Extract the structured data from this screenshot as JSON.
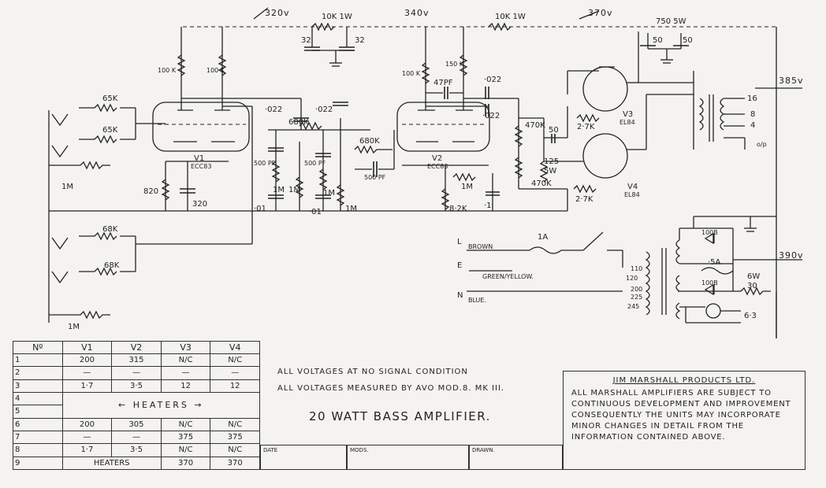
{
  "voltages": {
    "v320": "320v",
    "v340": "340v",
    "v370": "370v",
    "v385": "385v",
    "v390": "390v",
    "b32a": "32",
    "b32b": "32",
    "b50a": "50",
    "b50b": "50",
    "r10k_a": "10K 1W",
    "r10k_b": "10K 1W",
    "r750": "750 5W"
  },
  "components": {
    "r65k_a": "65K",
    "r65k_b": "65K",
    "r1m_in_a": "1M",
    "r68k_a": "68K",
    "r68k_b": "68K",
    "r1m_in_b": "1M",
    "r100k_a": "100 K",
    "r100k_b": "100 K",
    "r100k_c": "100 K",
    "r150k": "150 K",
    "v1": "V1",
    "v1_type": "ECC83",
    "r820": "820",
    "c320": "320",
    "c022_a": "·022",
    "c022_b": "·022",
    "c022_c": "·022",
    "c022_d": "·022",
    "r680k_a": "680K",
    "r680k_b": "680K",
    "c500pf_a": "500 PF",
    "c500pf_b": "500 PF",
    "c500pf_c": "500 PF",
    "pot1m_a": "1M",
    "pot1m_b": "1M",
    "pot1m_c": "1M",
    "pot1m_d": "1M",
    "c01_a": "·01",
    "c01_b": "·01",
    "c1": "·1",
    "v2": "V2",
    "v2_type": "ECC83",
    "c47pf": "47PF",
    "r1m_v2": "1M",
    "r82k": "8·2K",
    "r470k_a": "470K",
    "r470k_b": "470K",
    "c50": "50",
    "r125": "125",
    "r125w": "5W",
    "r27k_a": "2·7K",
    "r27k_b": "2·7K",
    "v3": "V3",
    "v3_type": "EL84",
    "v4": "V4",
    "v4_type": "EL84",
    "out16": "16",
    "out8": "8",
    "out4": "4",
    "out_o": "o/p",
    "fuse": "1A",
    "fuse2": "·5A",
    "d1": "100B",
    "d2": "100B",
    "r30": "30",
    "r30w": "6W",
    "heat63": "6·3",
    "tap110": "110",
    "tap120": "120",
    "tap200": "200",
    "tap225": "225",
    "tap245": "245",
    "mains_l": "L",
    "mains_e": "E",
    "mains_n": "N",
    "brown": "BROWN",
    "green": "GREEN/YELLOW.",
    "blue": "BLUE."
  },
  "table": {
    "headers": [
      "Nº",
      "V1",
      "V2",
      "V3",
      "V4"
    ],
    "rows": [
      [
        "1",
        "200",
        "315",
        "N/C",
        "N/C"
      ],
      [
        "2",
        "—",
        "—",
        "—",
        "—"
      ],
      [
        "3",
        "1·7",
        "3·5",
        "12",
        "12"
      ],
      [
        "4",
        "",
        "",
        "",
        ""
      ],
      [
        "5",
        "",
        "",
        "",
        ""
      ],
      [
        "6",
        "200",
        "305",
        "N/C",
        "N/C"
      ],
      [
        "7",
        "—",
        "—",
        "375",
        "375"
      ],
      [
        "8",
        "1·7",
        "3·5",
        "N/C",
        "N/C"
      ],
      [
        "9",
        "HEATERS",
        "",
        "370",
        "370"
      ]
    ],
    "heaters_label": "HEATERS"
  },
  "notes": {
    "line1": "ALL VOLTAGES AT NO SIGNAL CONDITION",
    "line2": "ALL VOLTAGES MEASURED BY AVO  MOD.8. MK III.",
    "model": "20 WATT BASS AMPLIFIER."
  },
  "title_block": {
    "date": "DATE",
    "mods": "MODS.",
    "drawn": "DRAWN."
  },
  "company": {
    "name": "JIM MARSHALL PRODUCTS LTD.",
    "disclaimer": "ALL MARSHALL AMPLIFIERS ARE SUBJECT TO CONTINUOUS DEVELOPMENT AND IMPROVEMENT CONSEQUENTLY THE UNITS MAY INCORPORATE MINOR CHANGES IN DETAIL FROM THE INFORMATION CONTAINED ABOVE."
  }
}
